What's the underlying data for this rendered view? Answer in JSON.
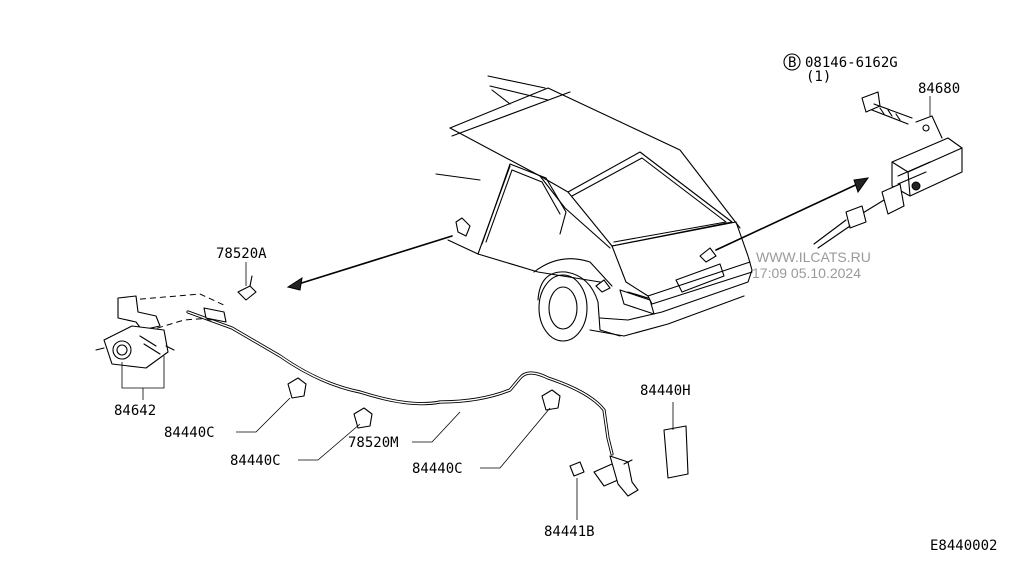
{
  "diagram": {
    "labels": {
      "bolt_circle": "B",
      "bolt": "08146-6162G",
      "bolt_qty": "(1)",
      "actuator": "84680",
      "clip_78520a": "78520A",
      "opener_lever": "84642",
      "clip_c1": "84440C",
      "clip_c2": "84440C",
      "cable_78520m": "78520M",
      "clip_c3": "84440C",
      "pad_84440h": "84440H",
      "grommet_84441b": "84441B",
      "diagram_code": "E8440002"
    },
    "watermark": {
      "site": "WWW.ILCATS.RU",
      "timestamp": "17:09 05.10.2024"
    }
  }
}
